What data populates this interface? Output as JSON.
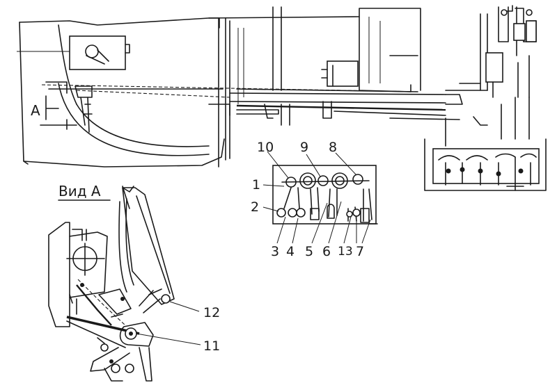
{
  "view_label": "Вид А",
  "view_marker": "А",
  "callouts": {
    "c1": "1",
    "c2": "2",
    "c3": "3",
    "c4": "4",
    "c5": "5",
    "c6": "6",
    "c7": "7",
    "c8": "8",
    "c9": "9",
    "c10": "10",
    "c11": "11",
    "c12": "12",
    "c13": "13"
  }
}
